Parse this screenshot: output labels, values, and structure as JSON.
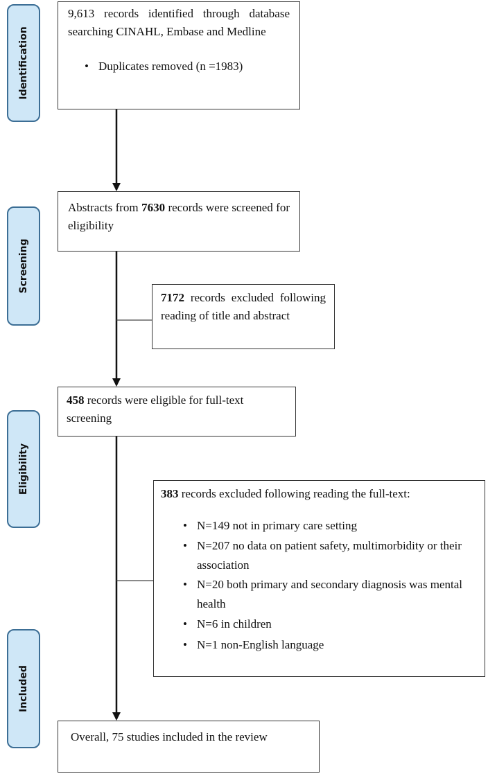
{
  "stages": {
    "identification": "Identification",
    "screening": "Screening",
    "eligibility": "Eligibility",
    "included": "Included"
  },
  "identification_box": {
    "text": "9,613 records identified through database searching CINAHL, Embase and Medline",
    "bullet": "Duplicates removed (n =1983)"
  },
  "screening_box": {
    "prefix": "Abstracts from ",
    "count": "7630",
    "suffix": " records were screened for eligibility"
  },
  "exclusion_title_abstract": {
    "count": "7172",
    "suffix": " records excluded following reading of title and abstract"
  },
  "eligible_box": {
    "count": "458",
    "suffix": " records were eligible for full-text screening"
  },
  "exclusion_fulltext": {
    "count": "383",
    "suffix": " records excluded following reading the full-text:",
    "reasons": [
      "N=149 not in primary care setting",
      "N=207 no data on patient safety, multimorbidity or their association",
      "N=20 both primary and secondary diagnosis was mental health",
      "N=6 in children",
      "N=1 non-English language"
    ]
  },
  "included_box": {
    "text": "Overall, 75 studies included in the review"
  }
}
